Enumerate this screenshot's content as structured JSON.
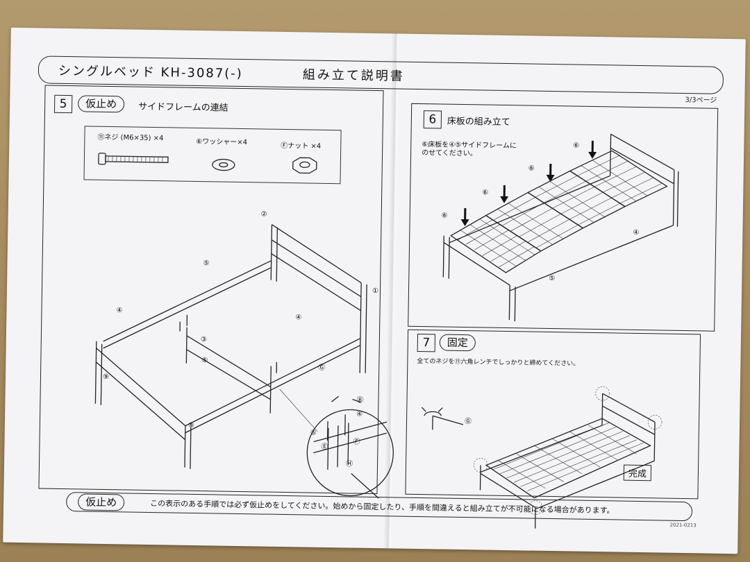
{
  "header": {
    "title": "シングルベッド KH-3087(-)",
    "subtitle": "組み立て説明書",
    "page": "3/3ページ"
  },
  "step5": {
    "number": "5",
    "badge": "仮止め",
    "title": "サイドフレームの連結",
    "parts": [
      {
        "label": "⑪ネジ (M6×35) ×4"
      },
      {
        "label": "⑥ワッシャー×4"
      },
      {
        "label": "Ⓕナット ×4"
      }
    ],
    "callouts": [
      "②",
      "⑤",
      "①",
      "④",
      "④",
      "③",
      "⑤",
      "⑨",
      "⑧"
    ],
    "detail_callouts": [
      "Ⓖ",
      "Ⓑ",
      "④",
      "⑤",
      "Ⓔ",
      "Ⓕ",
      "Ⓗ"
    ]
  },
  "step6": {
    "number": "6",
    "title": "床板の組み立て",
    "instruction_line1": "⑥床板を④⑤サイドフレームに",
    "instruction_line2": "のせてください。",
    "callouts": [
      "⑥",
      "⑥",
      "⑥",
      "⑥",
      "④",
      "⑤"
    ]
  },
  "step7": {
    "number": "7",
    "badge": "固定",
    "instruction": "全てのネジを⑪六角レンチでしっかりと締めてください。",
    "tool_callout": "Ⓖ",
    "complete": "完成"
  },
  "footer": {
    "badge": "仮止め",
    "text": "この表示のある手順では必ず仮止めをしてください。始めから固定したり、手順を間違えると組み立てが不可能になる場合があります。",
    "code": "2021-0213"
  }
}
